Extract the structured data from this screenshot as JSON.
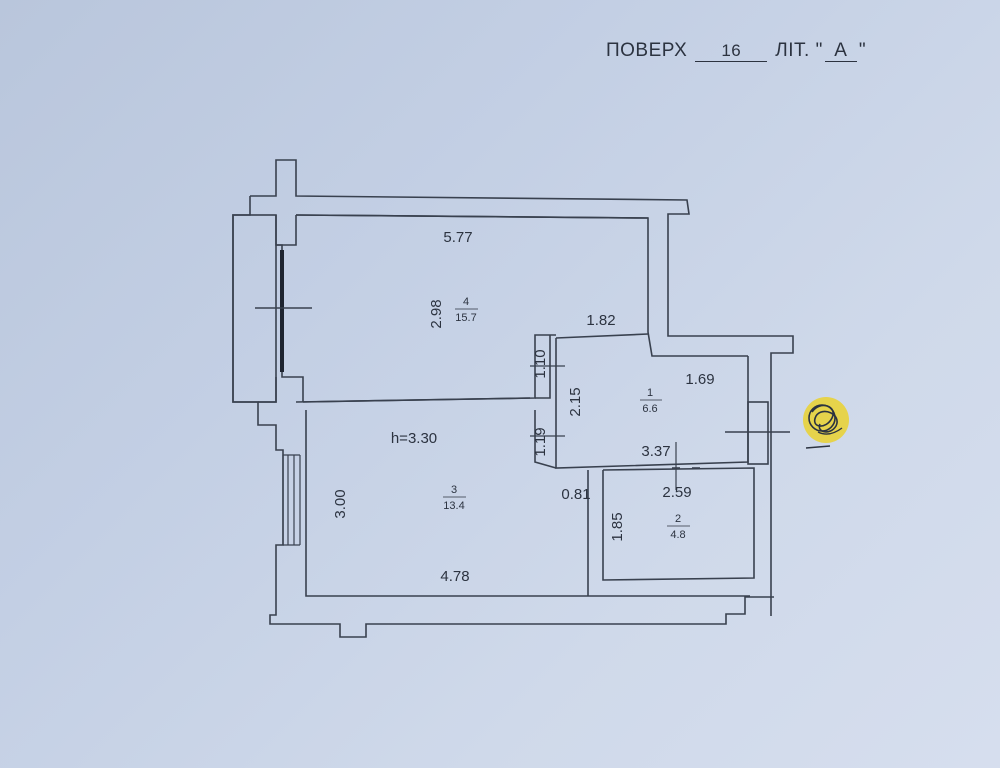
{
  "header": {
    "floor_label": "ПОВЕРХ",
    "floor_value": "16",
    "lit_label": "ЛІТ.",
    "lit_value": "А",
    "quote_open": "\"",
    "quote_close": "\""
  },
  "rooms": [
    {
      "number": "4",
      "area": "15.7"
    },
    {
      "number": "1",
      "area": "6.6"
    },
    {
      "number": "3",
      "area": "13.4"
    },
    {
      "number": "2",
      "area": "4.8"
    }
  ],
  "dimensions": {
    "room4_width": "5.77",
    "room4_height": "2.98",
    "notch_width": "1.82",
    "notch_upper": "1.10",
    "room1_height": "2.15",
    "notch_lower": "1.19",
    "room1_width": "1.69",
    "room1_bottom": "3.37",
    "ceiling_height": "h=3.30",
    "room3_height": "3.00",
    "room3_width": "4.78",
    "wall_gap": "0.81",
    "room2_width": "2.59",
    "room2_height": "1.85"
  },
  "colors": {
    "paper": "#c3cfe4",
    "ink": "#2c3340",
    "stamp": "#e8d23a"
  }
}
